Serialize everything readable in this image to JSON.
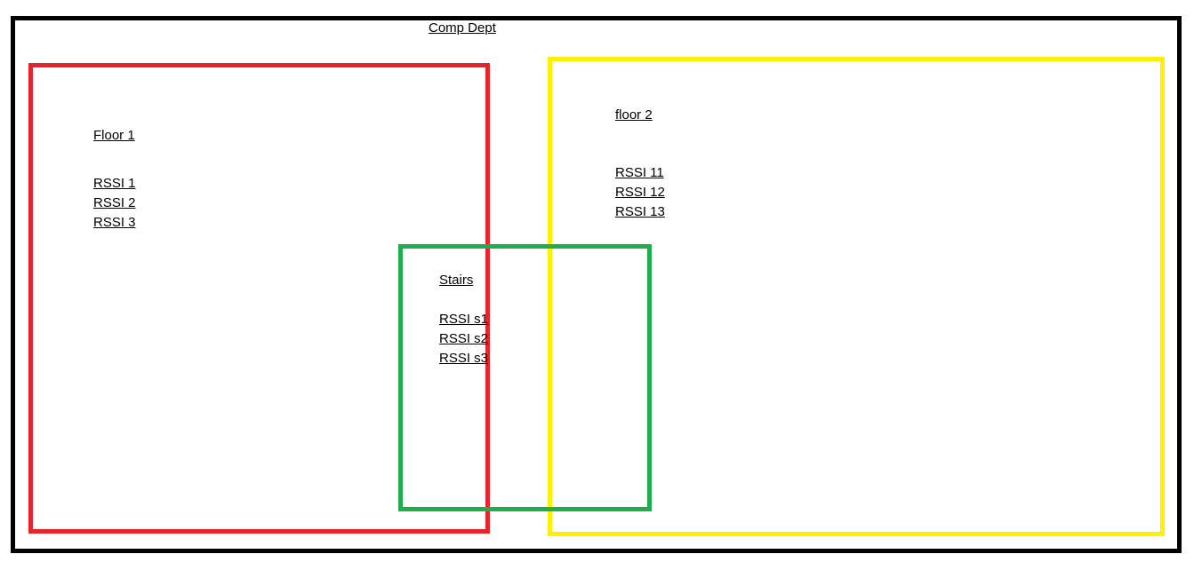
{
  "diagram": {
    "title": "Comp Dept",
    "zones": {
      "floor1": {
        "label": "Floor 1",
        "color": "#e5242b",
        "items": [
          "RSSI 1",
          "RSSI 2",
          "RSSI 3"
        ]
      },
      "floor2": {
        "label": "floor 2",
        "color": "#fff000",
        "items": [
          "RSSI 11",
          "RSSI 12",
          "RSSI 13"
        ]
      },
      "stairs": {
        "label": "Stairs",
        "color": "#1fae4b",
        "items": [
          "RSSI s1",
          "RSSI s2",
          "RSSI s3"
        ]
      }
    },
    "outline_color": "#000000"
  }
}
